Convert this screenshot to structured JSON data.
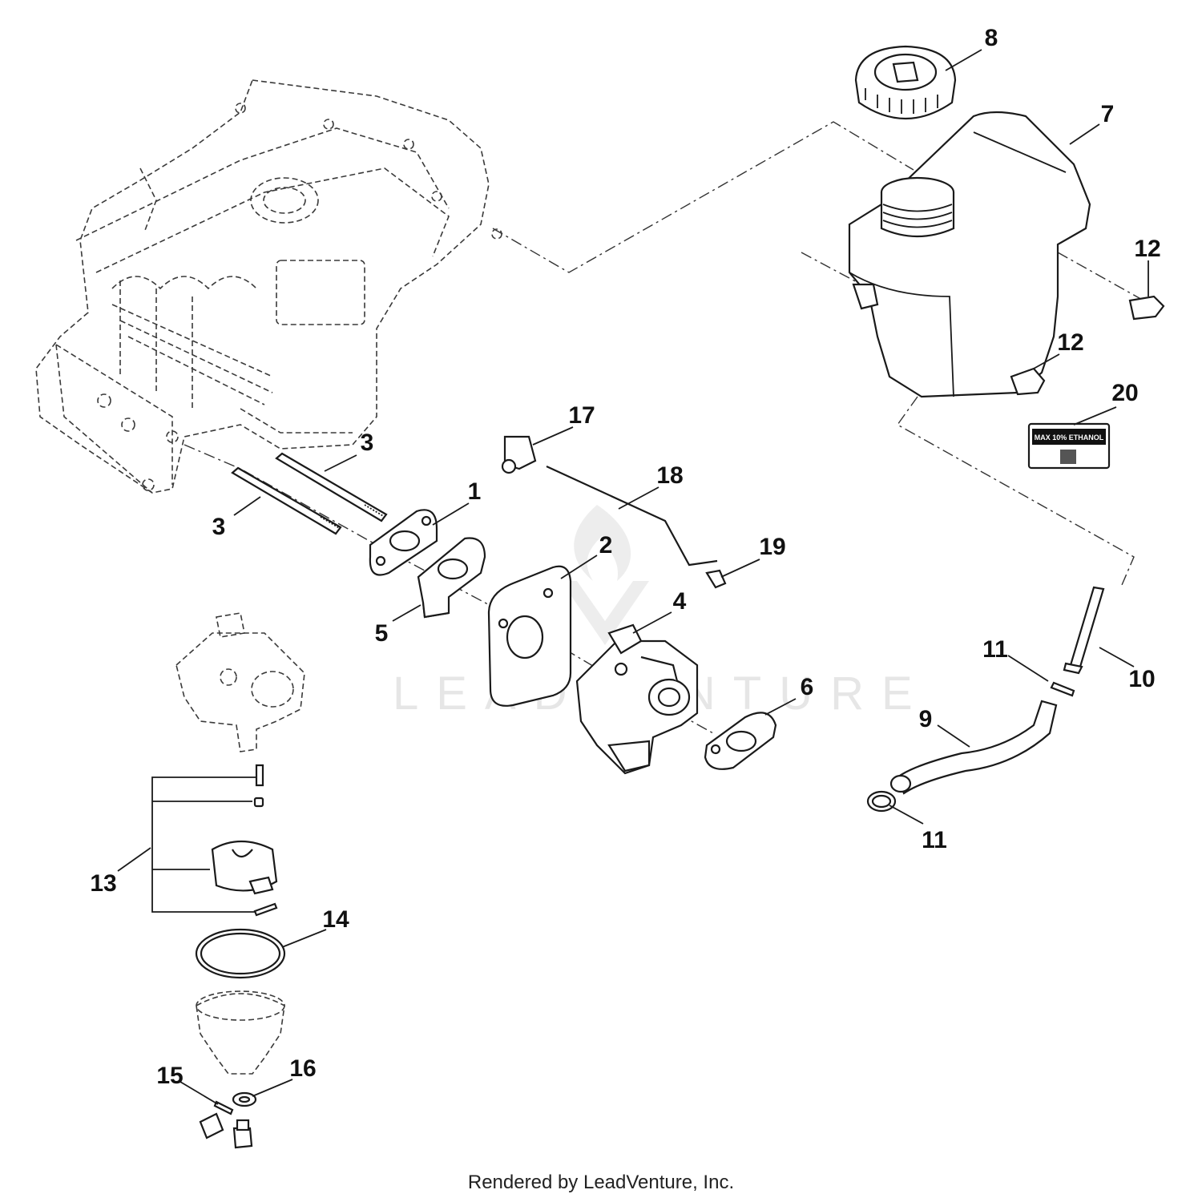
{
  "callouts": [
    "1",
    "2",
    "3",
    "3",
    "4",
    "5",
    "6",
    "7",
    "8",
    "9",
    "10",
    "11",
    "11",
    "12",
    "12",
    "13",
    "14",
    "15",
    "16",
    "17",
    "18",
    "19",
    "20"
  ],
  "decal": {
    "text": "MAX 10% ETHANOL"
  },
  "watermark": {
    "text": "LEADVENTURE"
  },
  "footer": {
    "text": "Rendered by LeadVenture, Inc."
  }
}
